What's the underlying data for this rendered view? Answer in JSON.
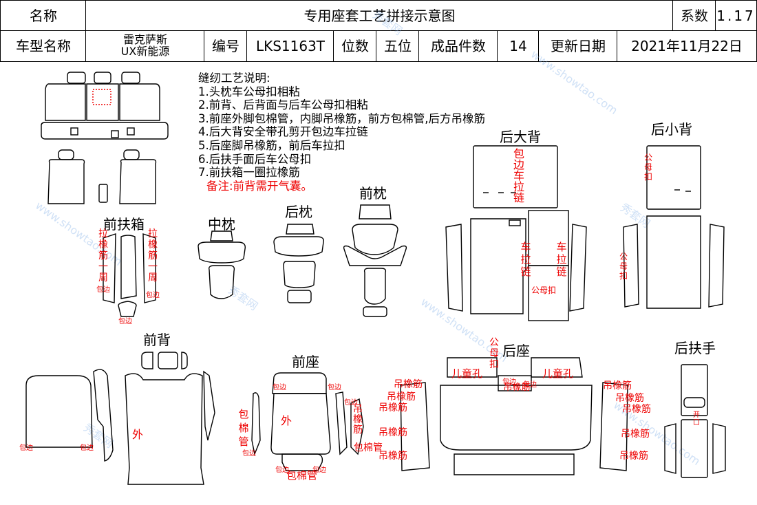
{
  "header": {
    "name_label": "名称",
    "title": "专用座套工艺拼接示意图",
    "coef_label": "系数",
    "coef_value": "1.17",
    "model_label": "车型名称",
    "model_line1": "雷克萨斯",
    "model_line2": "UX新能源",
    "code_label": "编号",
    "code_value": "LKS1163T",
    "seats_label": "位数",
    "seats_value": "五位",
    "pieces_label": "成品件数",
    "pieces_value": "14",
    "date_label": "更新日期",
    "date_value": "2021年11月22日"
  },
  "notes": {
    "heading": "缝纫工艺说明:",
    "items": [
      "1.头枕车公母扣相粘",
      "2.前背、后背面与后车公母扣相粘",
      "3.前座外脚包棉管，内脚吊橡筋，前方包棉管,后方吊橡筋",
      "4.后大背安全带孔剪开包边车拉链",
      "5.后座脚吊橡筋，前后车拉扣",
      "6.后扶手面后车公母扣",
      "7.前扶箱一圈拉橡筋"
    ],
    "remark": "备注:前背需开气囊。"
  },
  "sections": {
    "front_box": "前扶箱",
    "mid_pillow": "中枕",
    "rear_pillow": "后枕",
    "front_pillow": "前枕",
    "rear_big_back": "后大背",
    "rear_small_back": "后小背",
    "front_back": "前背",
    "front_seat": "前座",
    "rear_seat": "后座",
    "rear_armrest": "后扶手"
  },
  "annotations": {
    "la_xiang_jin_yi_zhou": "拉橡筋一周",
    "bao_bian": "包边",
    "bao_bian_che_la_lian": "包边车拉链",
    "gong_mu_kou": "公母扣",
    "che_la_lian": "车拉链",
    "wai": "外",
    "bao_mian_guan": "包棉管",
    "diao_xiang_jin": "吊橡筋",
    "er_tong_kong": "儿童孔",
    "kai_kou": "开口",
    "watermark_cn": "秀套网",
    "watermark_en": "www.showtao.com"
  },
  "colors": {
    "line": "#000000",
    "annotation": "#e00000",
    "watermark": "#7aaae6"
  }
}
